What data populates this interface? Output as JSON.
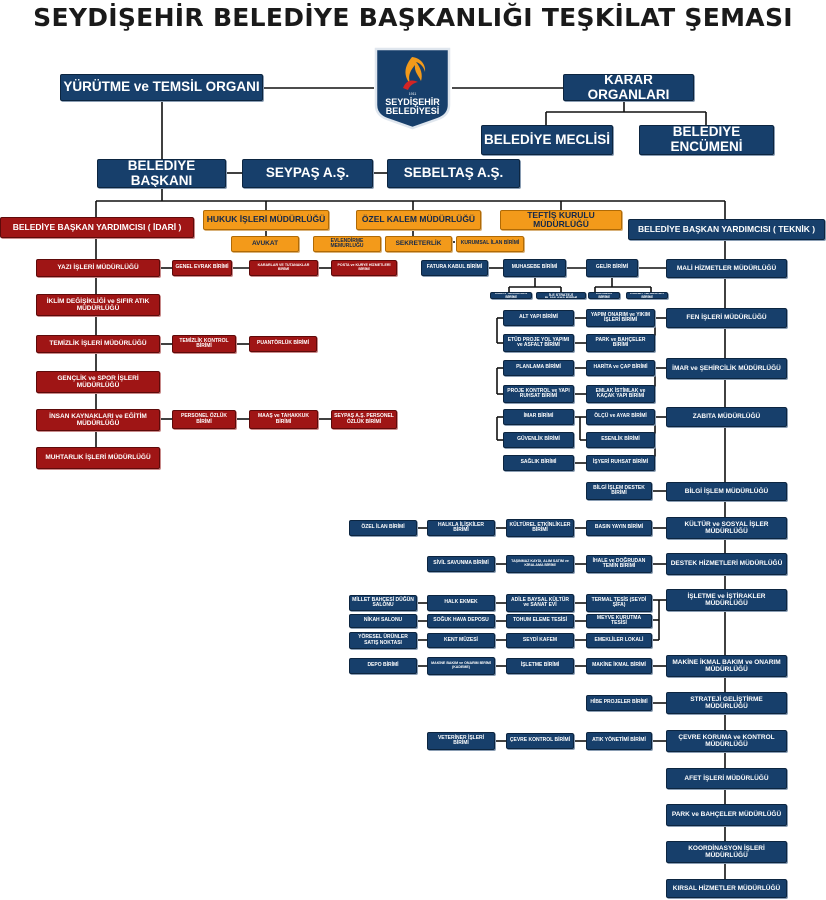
{
  "title": "SEYDİŞEHİR BELEDİYE BAŞKANLIĞI TEŞKİLAT ŞEMASI",
  "logo": {
    "line1": "SEYDİŞEHİR",
    "line2": "BELEDİYESİ",
    "year": "1911"
  },
  "colors": {
    "navy": "#173f6b",
    "red": "#9f1515",
    "orange": "#f39a1a",
    "line": "#111111"
  },
  "top": {
    "yurutme": "YÜRÜTME ve TEMSİL ORGANI",
    "karar": "KARAR ORGANLARI",
    "meclis": "BELEDİYE MECLİSİ",
    "encumen": "BELEDİYE ENCÜMENİ",
    "baskan": "BELEDİYE BAŞKANI",
    "seypas": "SEYPAŞ A.Ş.",
    "sebeltas": "SEBELTAŞ A.Ş."
  },
  "staff": {
    "hukuk": "HUKUK İŞLERİ MÜDÜRLÜĞÜ",
    "avukat": "AVUKAT",
    "ozelkalem": "ÖZEL KALEM MÜDÜRLÜĞÜ",
    "evlendirme": "EVLENDİRME MEMURLUĞU",
    "sekreterlik": "SEKRETERLİK",
    "kurumsal": "KURUMSAL İLAN BİRİMİ",
    "teftis": "TEFTİŞ KURULU MÜDÜRLÜĞÜ"
  },
  "idari": {
    "head": "BELEDİYE BAŞKAN YARDIMCISI ( İDARİ )",
    "yazi": "YAZI İŞLERİ MÜDÜRLÜĞÜ",
    "genel_evrak": "GENEL EVRAK BİRİMİ",
    "kararlar": "KARARLAR VE TUTANAKLAR BİRİMİ",
    "posta": "POSTA ve KURYE HİZMETLERİ BİRİMİ",
    "iklim": "İKLİM DEĞİŞİKLİĞİ ve SIFIR ATIK MÜDÜRLÜĞÜ",
    "temizlik": "TEMİZLİK İŞLERİ MÜDÜRLÜĞÜ",
    "temizlik_kontrol": "TEMİZLİK KONTROL BİRİMİ",
    "puantorluk": "PUANTÖRLÜK BİRİMİ",
    "genclik": "GENÇLİK ve SPOR İŞLERİ MÜDÜRLÜĞÜ",
    "insan": "İNSAN KAYNAKLARI ve EĞİTİM MÜDÜRLÜĞÜ",
    "personel": "PERSONEL ÖZLÜK BİRİMİ",
    "maas": "MAAŞ ve TAHAKKUK BİRİMİ",
    "seypas_personel": "SEYPAŞ A.Ş. PERSONEL ÖZLÜK BİRİMİ",
    "muhtarlik": "MUHTARLIK İŞLERİ MÜDÜRLÜĞÜ"
  },
  "teknik": {
    "head": "BELEDİYE BAŞKAN YARDIMCISI ( TEKNİK )",
    "mali": "MALİ HİZMETLER MÜDÜRLÜĞÜ",
    "fatura": "FATURA KABUL BİRİMİ",
    "muhasebe": "MUHASEBE BİRİMİ",
    "gelir": "GELİR BİRİMİ",
    "gider": "GİDER TAHAKKUK BİRİMİ",
    "butce": "BÜTÇE ve KESİN HESAP İLE STRATEJİ PLANLAMA BİRİMİ",
    "tahsilat": "TAHSİLAT BİRİMİ",
    "emlak_tahakkuk": "EMLAK TAHAKKUK BİRİMİ",
    "fen": "FEN İŞLERİ MÜDÜRLÜĞÜ",
    "altyapi": "ALT YAPI BİRİMİ",
    "yapim": "YAPIM ONARIM ve YIKIM İŞLERİ BİRİMİ",
    "etud": "ETÜD PROJE YOL YAPIMI ve ASFALT BİRİMİ",
    "park_birimi": "PARK ve BAHÇELER BİRİMİ",
    "imar": "İMAR ve ŞEHİRCİLİK MÜDÜRLÜĞÜ",
    "planlama": "PLANLAMA BİRİMİ",
    "harita": "HARİTA ve ÇAP BİRİMİ",
    "proje_kontrol": "PROJE KONTROL ve YAPI RUHSAT BİRİMİ",
    "emlak_istimlak": "EMLAK İSTİMLAK ve KAÇAK YAPI BİRİMİ",
    "zabita": "ZABITA MÜDÜRLÜĞÜ",
    "imar_birimi": "İMAR BİRİMİ",
    "olcu": "ÖLÇÜ ve AYAR BİRİMİ",
    "guvenlik": "GÜVENLİK BİRİMİ",
    "esenlik": "ESENLİK BİRİMİ",
    "saglik": "SAĞLIK BİRİMİ",
    "isyeri": "İŞYERİ RUHSAT BİRİMİ",
    "bilgi": "BİLGİ İŞLEM MÜDÜRLÜĞÜ",
    "bilgi_destek": "BİLGİ İŞLEM DESTEK BİRİMİ",
    "kultur": "KÜLTÜR ve SOSYAL İŞLER MÜDÜRLÜĞÜ",
    "ozel_ilan": "ÖZEL İLAN BİRİMİ",
    "halkla": "HALKLA İLİŞKİLER BİRİMİ",
    "kulturel": "KÜLTÜREL ETKİNLİKLER BİRİMİ",
    "basin": "BASIN YAYIN BİRİMİ",
    "destek": "DESTEK HİZMETLERİ MÜDÜRLÜĞÜ",
    "sivil": "SİVİL SAVUNMA BİRİMİ",
    "tasinmaz": "TAŞINMAZ KAYDI, ALIM SATIM ve KİRALAMA BİRİMİ",
    "ihale": "İHALE ve DOĞRUDAN TEMİN BİRİMİ",
    "isletme": "İŞLETME ve İŞTİRAKLER MÜDÜRLÜĞÜ",
    "millet": "MİLLET BAHÇESİ DÜĞÜN SALONU",
    "halk_ekmek": "HALK EKMEK",
    "adile": "ADİLE BAYSAL KÜLTÜR ve SANAT EVİ",
    "termal": "TERMAL TESİS (SEYDİ ŞİFA)",
    "nikah": "NİKAH SALONU",
    "soguk": "SOĞUK HAVA DEPOSU",
    "tohum": "TOHUM ELEME TESİSİ",
    "meyve": "MEYVE KURUTMA TESİSİ",
    "yoresel": "YÖRESEL ÜRÜNLER SATIŞ NOKTASI",
    "kent": "KENT MÜZESİ",
    "seydi": "SEYDİ KAFEM",
    "emekliler": "EMEKLİLER LOKALİ",
    "makine": "MAKİNE İKMAL BAKIM ve ONARIM MÜDÜRLÜĞÜ",
    "depo": "DEPO BİRİMİ",
    "makine_bakim": "MAKİNE BAKIM ve ONARIM BİRİMİ (KADEME)",
    "isletme_birimi": "İŞLETME BİRİMİ",
    "makine_ikmal": "MAKİNE İKMAL BİRİMİ",
    "strateji": "STRATEJİ GELİŞTİRME MÜDÜRLÜĞÜ",
    "hibe": "HİBE PROJELER BİRİMİ",
    "cevre": "ÇEVRE KORUMA ve KONTROL MÜDÜRLÜĞÜ",
    "veteriner": "VETERİNER İŞLERİ BİRİMİ",
    "cevre_kontrol": "ÇEVRE KONTROL BİRİMİ",
    "atik": "ATIK YÖNETİMİ BİRİMİ",
    "afet": "AFET İŞLERİ MÜDÜRLÜĞÜ",
    "park": "PARK ve BAHÇELER MÜDÜRLÜĞÜ",
    "koordinasyon": "KOORDİNASYON İŞLERİ MÜDÜRLÜĞÜ",
    "kirsal": "KIRSAL HİZMETLER MÜDÜRLÜĞÜ"
  }
}
